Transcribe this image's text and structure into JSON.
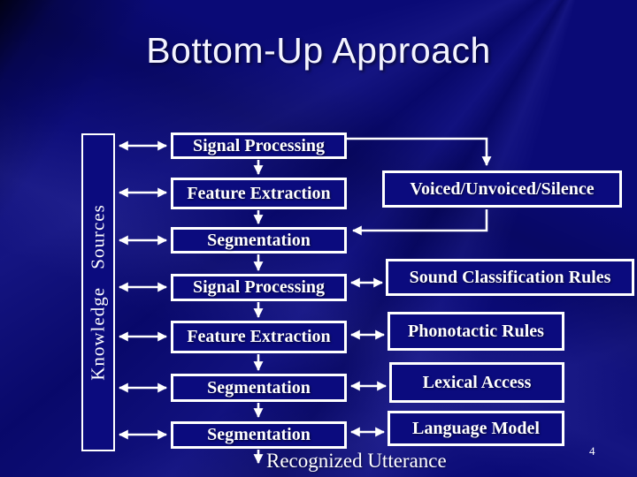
{
  "slide": {
    "title": "Bottom-Up Approach",
    "page_number": "4",
    "colors": {
      "background": "#0a0a76",
      "box_fill": "#0b0b7e",
      "box_border": "#ffffff",
      "box_text": "#ffffff",
      "title_text": "#f4f4ff",
      "arrow": "#ffffff"
    }
  },
  "diagram": {
    "knowledge_sources_label": "Knowledge Sources",
    "pipeline_boxes": [
      {
        "label": "Signal Processing"
      },
      {
        "label": "Feature Extraction"
      },
      {
        "label": "Segmentation"
      },
      {
        "label": "Signal Processing"
      },
      {
        "label": "Feature Extraction"
      },
      {
        "label": "Segmentation"
      },
      {
        "label": "Segmentation"
      }
    ],
    "knowledge_boxes": [
      {
        "label": "Voiced/Unvoiced/Silence"
      },
      {
        "label": "Sound Classification Rules"
      },
      {
        "label": "Phonotactic Rules"
      },
      {
        "label": "Lexical Access"
      },
      {
        "label": "Language Model"
      }
    ],
    "output_label": "Recognized Utterance"
  }
}
